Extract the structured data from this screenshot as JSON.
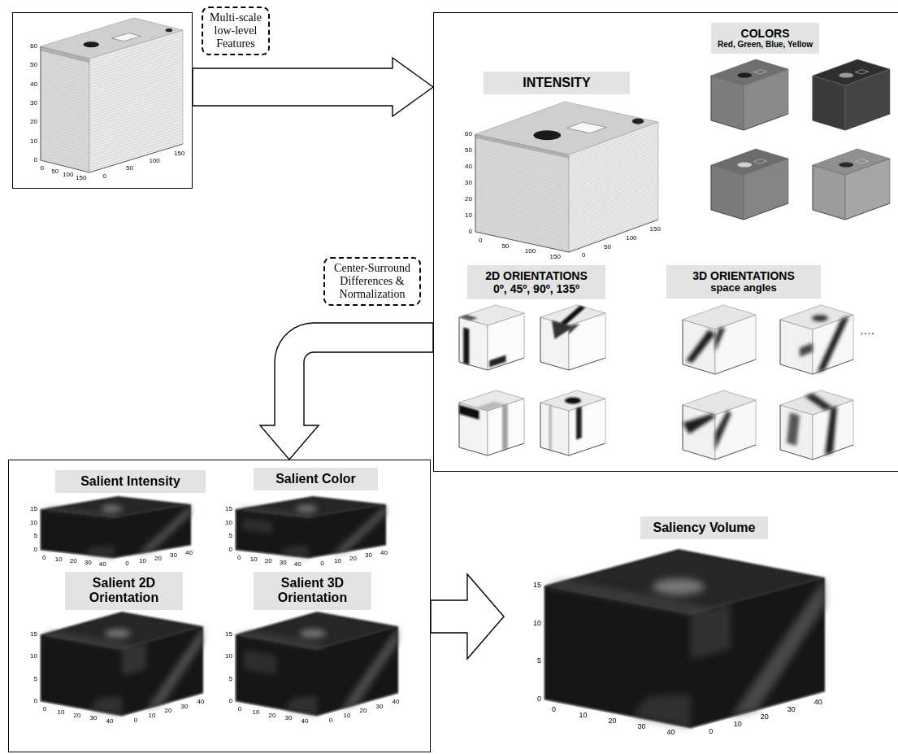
{
  "diagram": {
    "nodes": [
      {
        "text": [
          "60",
          "50",
          "40",
          "30",
          "20",
          "10",
          "0",
          "0",
          "50",
          "100",
          "150",
          "0",
          "50",
          "100",
          "150"
        ]
      },
      {
        "text": [
          "Multi-scale low-level Features"
        ]
      },
      {
        "text": [
          "60",
          "50",
          "40",
          "30",
          "20",
          "10",
          "0",
          "0",
          "50",
          "100",
          "150",
          "0",
          "50",
          "100",
          "150"
        ]
      },
      {
        "text": [
          "INTENSITY"
        ],
        "in": 2
      },
      {
        "text": [
          "COLORS",
          "Red, Green, Blue, Yellow"
        ],
        "in": 2
      },
      {
        "text": [
          "2D ORIENTATIONS",
          "0º, 45º, 90º, 135º"
        ],
        "in": 2
      },
      {
        "text": [
          "3D ORIENTATIONS",
          "space angles"
        ],
        "in": 2
      },
      {
        "text": [
          "Center-Surround Differences & Normalization"
        ]
      },
      {
        "text": [
          "15",
          "10",
          "5",
          "0",
          "0",
          "10",
          "20",
          "30",
          "40",
          "0",
          "10",
          "20",
          "30",
          "40",
          "15",
          "10",
          "5",
          "0",
          "0",
          "10",
          "20",
          "30",
          "40",
          "0",
          "10",
          "20",
          "30",
          "40",
          "15",
          "10",
          "5",
          "0",
          "0",
          "10",
          "20",
          "30",
          "40",
          "0",
          "10",
          "20",
          "30",
          "40",
          "15",
          "10",
          "5",
          "0",
          "0",
          "10",
          "20",
          "30",
          "40",
          "0",
          "10",
          "20",
          "30",
          "40"
        ]
      },
      {
        "text": [
          "Salient Intensity"
        ],
        "in": 8
      },
      {
        "text": [
          "Salient Color"
        ],
        "in": 8
      },
      {
        "text": [
          "Salient 2D Orientation"
        ],
        "in": 8
      },
      {
        "text": [
          "Salient 3D Orientation"
        ],
        "in": 8
      },
      {
        "text": [
          "15",
          "10",
          "5",
          "0",
          "0",
          "10",
          "20",
          "30",
          "40",
          "0",
          "10",
          "20",
          "30",
          "40"
        ]
      },
      {
        "text": [
          "Saliency Volume"
        ],
        "in": 13
      }
    ],
    "edges": [
      {
        "from": 0,
        "to": 2,
        "arrow": "to"
      },
      {
        "from": 2,
        "to": 8,
        "arrow": "to"
      },
      {
        "from": 8,
        "to": 13,
        "arrow": "to"
      }
    ],
    "labels": [
      "…."
    ]
  }
}
